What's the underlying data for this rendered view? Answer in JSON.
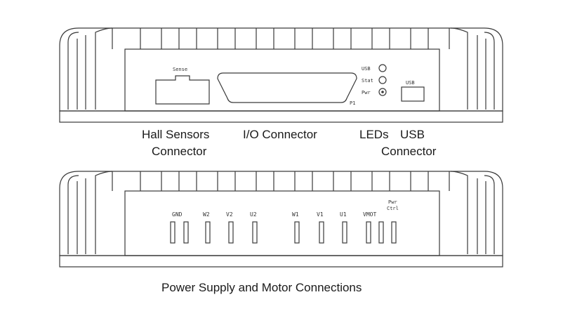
{
  "top_panel": {
    "sense_label": "Sense",
    "p1_label": "P1",
    "led_labels": [
      "USB",
      "Stat",
      "Pwr"
    ],
    "usb_port_label": "USB"
  },
  "captions": {
    "hall_line1": "Hall Sensors",
    "hall_line2": "Connector",
    "io_connector": "I/O Connector",
    "leds": "LEDs",
    "usb_line1": "USB",
    "usb_line2": "Connector"
  },
  "bottom_panel": {
    "terminal_labels": [
      "GND",
      "W2",
      "V2",
      "U2",
      "W1",
      "V1",
      "U1",
      "VMOT"
    ],
    "pwr_ctrl_line1": "Pwr",
    "pwr_ctrl_line2": "Ctrl"
  },
  "bottom_caption": "Power Supply and Motor Connections"
}
